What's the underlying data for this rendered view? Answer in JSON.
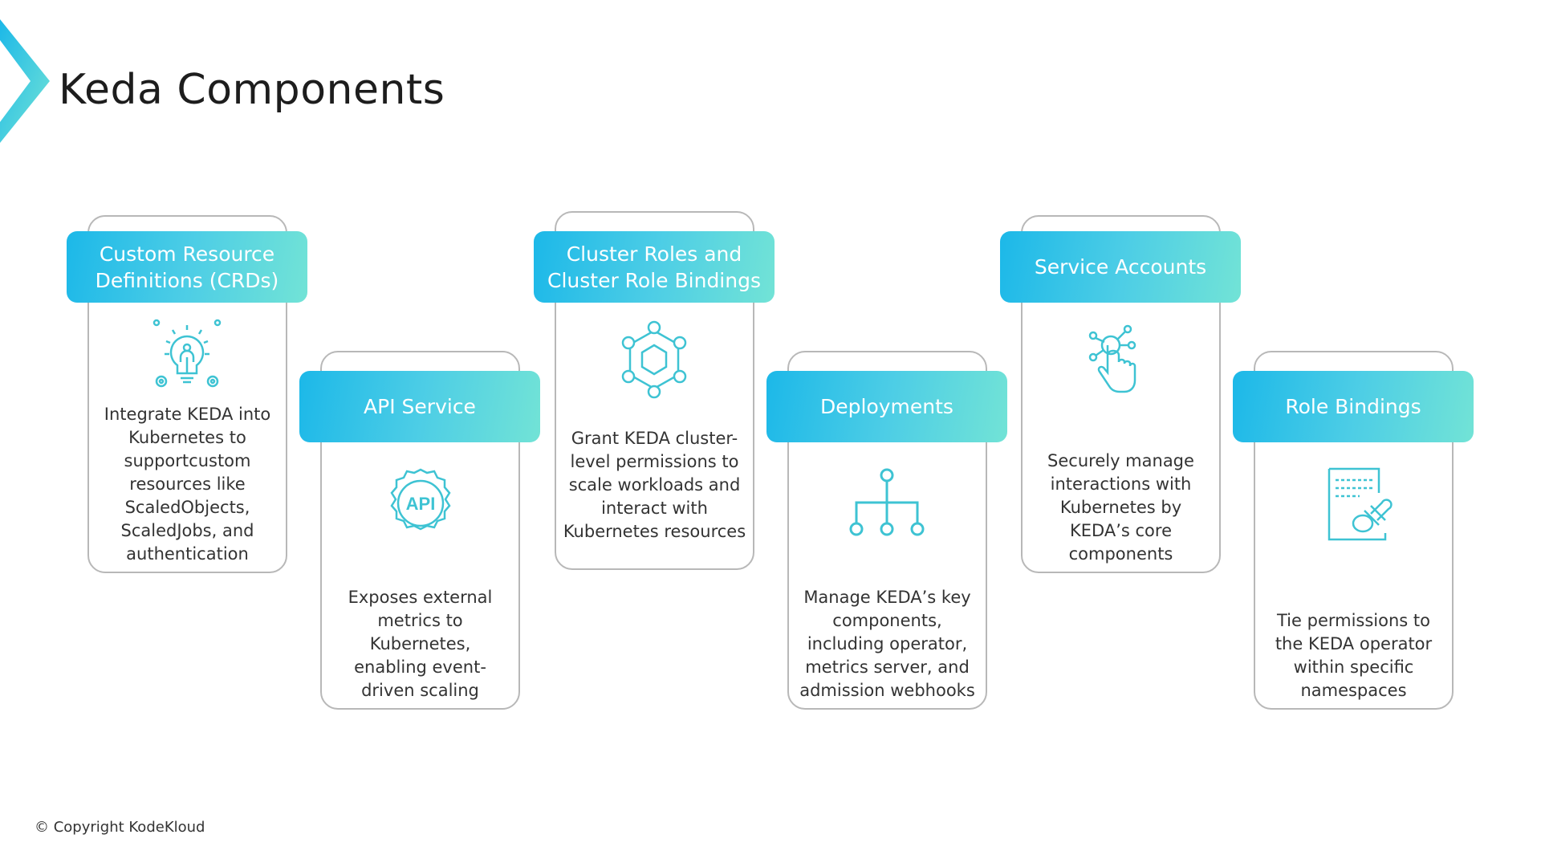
{
  "title": "Keda Components",
  "copyright": "© Copyright KodeKloud",
  "accent_gradient": [
    "#1cb8e8",
    "#72e3d6"
  ],
  "icon_color": "#3ec3d3",
  "components": [
    {
      "title": "Custom Resource Definitions (CRDs)",
      "icon": "lightbulb-person-icon",
      "description": "Integrate KEDA into Kubernetes to supportcustom resources like ScaledObjects, ScaledJobs, and authentication"
    },
    {
      "title": "API Service",
      "icon": "api-gear-icon",
      "description": "Exposes external metrics to Kubernetes, enabling event-driven scaling"
    },
    {
      "title": "Cluster Roles and Cluster Role Bindings",
      "icon": "hexagon-network-icon",
      "description": "Grant KEDA cluster-level permissions to scale workloads and interact with Kubernetes resources"
    },
    {
      "title": "Deployments",
      "icon": "hierarchy-icon",
      "description": "Manage KEDA’s key components, including operator, metrics server, and admission webhooks"
    },
    {
      "title": "Service Accounts",
      "icon": "hand-touch-network-icon",
      "description": "Securely manage interactions with Kubernetes by KEDA’s core components"
    },
    {
      "title": "Role Bindings",
      "icon": "document-stamp-icon",
      "description": "Tie permissions to the KEDA operator within specific namespaces"
    }
  ]
}
